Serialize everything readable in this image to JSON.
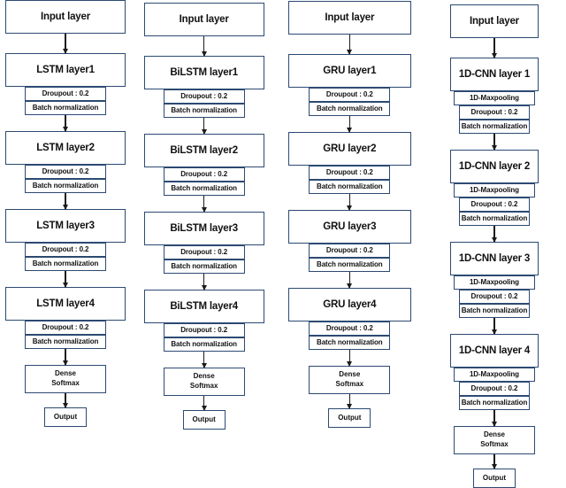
{
  "figure": {
    "type": "flowchart",
    "description": "Four parallel deep-learning model architectures",
    "border_color": "#2c4a72",
    "arrow_color": "#1b1b1b",
    "background_color": "#ffffff"
  },
  "labels": {
    "input": "Input layer",
    "dropout": "Droupout : 0.2",
    "batchnorm": "Batch normalization",
    "maxpooling": "1D-Maxpooling",
    "dense_line1": "Dense",
    "dense_line2": "Softmax",
    "output": "Output"
  },
  "columns": [
    {
      "id": "lstm",
      "input": "Input layer",
      "layers": [
        {
          "name": "LSTM layer1",
          "pooling": null,
          "dropout": "Droupout : 0.2",
          "batchnorm": "Batch normalization"
        },
        {
          "name": "LSTM layer2",
          "pooling": null,
          "dropout": "Droupout : 0.2",
          "batchnorm": "Batch normalization"
        },
        {
          "name": "LSTM layer3",
          "pooling": null,
          "dropout": "Droupout : 0.2",
          "batchnorm": "Batch normalization"
        },
        {
          "name": "LSTM layer4",
          "pooling": null,
          "dropout": "Droupout : 0.2",
          "batchnorm": "Batch normalization"
        }
      ],
      "dense": {
        "line1": "Dense",
        "line2": "Softmax"
      },
      "output": "Output"
    },
    {
      "id": "bilstm",
      "input": "Input layer",
      "layers": [
        {
          "name": "BiLSTM layer1",
          "pooling": null,
          "dropout": "Droupout : 0.2",
          "batchnorm": "Batch normalization"
        },
        {
          "name": "BiLSTM layer2",
          "pooling": null,
          "dropout": "Droupout : 0.2",
          "batchnorm": "Batch normalization"
        },
        {
          "name": "BiLSTM layer3",
          "pooling": null,
          "dropout": "Droupout : 0.2",
          "batchnorm": "Batch normalization"
        },
        {
          "name": "BiLSTM layer4",
          "pooling": null,
          "dropout": "Droupout : 0.2",
          "batchnorm": "Batch normalization"
        }
      ],
      "dense": {
        "line1": "Dense",
        "line2": "Softmax"
      },
      "output": "Output"
    },
    {
      "id": "gru",
      "input": "Input layer",
      "layers": [
        {
          "name": "GRU layer1",
          "pooling": null,
          "dropout": "Droupout : 0.2",
          "batchnorm": "Batch normalization"
        },
        {
          "name": "GRU layer2",
          "pooling": null,
          "dropout": "Droupout : 0.2",
          "batchnorm": "Batch normalization"
        },
        {
          "name": "GRU layer3",
          "pooling": null,
          "dropout": "Droupout : 0.2",
          "batchnorm": "Batch normalization"
        },
        {
          "name": "GRU layer4",
          "pooling": null,
          "dropout": "Droupout : 0.2",
          "batchnorm": "Batch normalization"
        }
      ],
      "dense": {
        "line1": "Dense",
        "line2": "Softmax"
      },
      "output": "Output"
    },
    {
      "id": "cnn1d",
      "input": "Input layer",
      "layers": [
        {
          "name": "1D-CNN layer 1",
          "pooling": "1D-Maxpooling",
          "dropout": "Droupout : 0.2",
          "batchnorm": "Batch normalization"
        },
        {
          "name": "1D-CNN layer 2",
          "pooling": "1D-Maxpooling",
          "dropout": "Droupout : 0.2",
          "batchnorm": "Batch normalization"
        },
        {
          "name": "1D-CNN layer 3",
          "pooling": "1D-Maxpooling",
          "dropout": "Droupout : 0.2",
          "batchnorm": "Batch normalization"
        },
        {
          "name": "1D-CNN layer 4",
          "pooling": "1D-Maxpooling",
          "dropout": "Droupout : 0.2",
          "batchnorm": "Batch normalization"
        }
      ],
      "dense": {
        "line1": "Dense",
        "line2": "Softmax"
      },
      "output": "Output"
    }
  ]
}
